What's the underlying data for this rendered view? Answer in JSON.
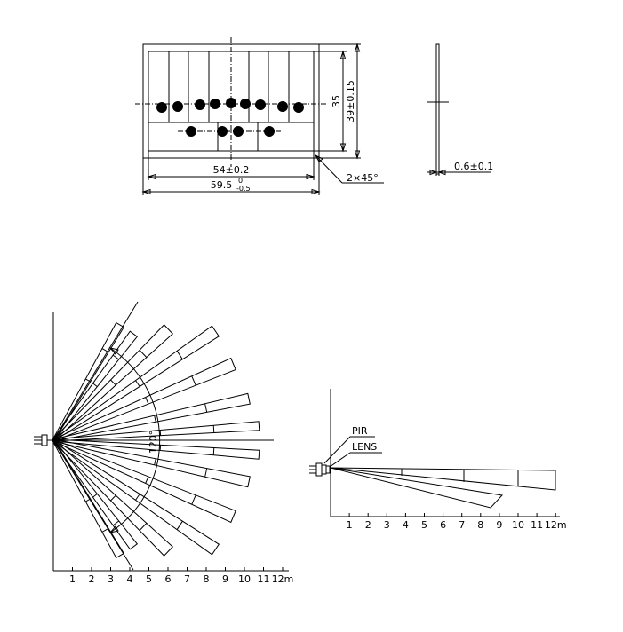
{
  "lens_drawing": {
    "dim_width_inner": "54±0.2",
    "dim_width_outer_base": "59.5",
    "dim_width_outer_tol_upper": "0",
    "dim_width_outer_tol_lower": "-0.5",
    "dim_height_inner": "35",
    "dim_height_outer": "39±0.15",
    "dim_chamfer": "2×45°",
    "dim_thickness": "0.6±0.1"
  },
  "top_view": {
    "angle_label": "120°",
    "axis_ticks": [
      "1",
      "2",
      "3",
      "4",
      "5",
      "6",
      "7",
      "8",
      "9",
      "10",
      "11",
      "12m"
    ]
  },
  "side_view": {
    "label_pir": "PIR",
    "label_lens": "LENS",
    "axis_ticks": [
      "1",
      "2",
      "3",
      "4",
      "5",
      "6",
      "7",
      "8",
      "9",
      "10",
      "11",
      "12m"
    ]
  },
  "colors": {
    "line": "#000000",
    "background": "#ffffff"
  }
}
